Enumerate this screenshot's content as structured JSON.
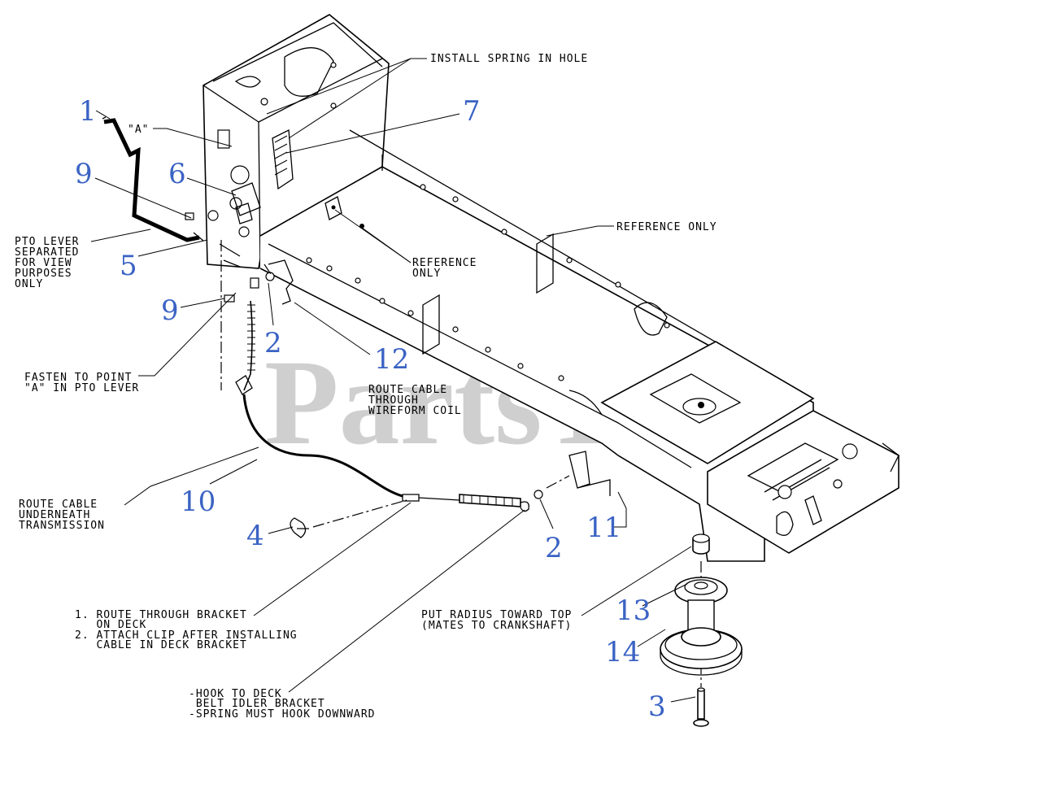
{
  "colors": {
    "callout": "#3b63c4",
    "line": "#000000",
    "watermark": "#cfcfcf"
  },
  "watermark": {
    "text": "PartsTree",
    "tm": "™"
  },
  "callouts": [
    {
      "key": "c1",
      "label": "1"
    },
    {
      "key": "c9a",
      "label": "9"
    },
    {
      "key": "c6",
      "label": "6"
    },
    {
      "key": "c5",
      "label": "5"
    },
    {
      "key": "c7",
      "label": "7"
    },
    {
      "key": "c9b",
      "label": "9"
    },
    {
      "key": "c2a",
      "label": "2"
    },
    {
      "key": "c12",
      "label": "12"
    },
    {
      "key": "c10",
      "label": "10"
    },
    {
      "key": "c4",
      "label": "4"
    },
    {
      "key": "c2b",
      "label": "2"
    },
    {
      "key": "c11",
      "label": "11"
    },
    {
      "key": "c13",
      "label": "13"
    },
    {
      "key": "c14",
      "label": "14"
    },
    {
      "key": "c3",
      "label": "3"
    }
  ],
  "notes": {
    "install_spring": [
      "INSTALL SPRING IN HOLE"
    ],
    "a_marker": [
      "\"A\""
    ],
    "reference_only_1": [
      "REFERENCE ONLY"
    ],
    "reference_only_2": [
      "REFERENCE",
      "ONLY"
    ],
    "pto_lever": [
      "PTO LEVER",
      "SEPARATED",
      "FOR VIEW",
      "PURPOSES",
      "ONLY"
    ],
    "fasten_point": [
      "FASTEN TO POINT",
      "\"A\" IN PTO LEVER"
    ],
    "route_wireform": [
      "ROUTE CABLE",
      "THROUGH",
      "WIREFORM COIL"
    ],
    "route_transmission": [
      "ROUTE CABLE",
      "UNDERNEATH",
      "TRANSMISSION"
    ],
    "route_bracket": [
      "1. ROUTE THROUGH BRACKET",
      "   ON DECK",
      "2. ATTACH CLIP AFTER INSTALLING",
      "   CABLE IN DECK BRACKET"
    ],
    "put_radius": [
      "PUT RADIUS TOWARD TOP",
      "(MATES TO CRANKSHAFT)"
    ],
    "hook_deck": [
      "-HOOK TO DECK",
      " BELT IDLER BRACKET",
      "-SPRING MUST HOOK DOWNWARD"
    ]
  }
}
